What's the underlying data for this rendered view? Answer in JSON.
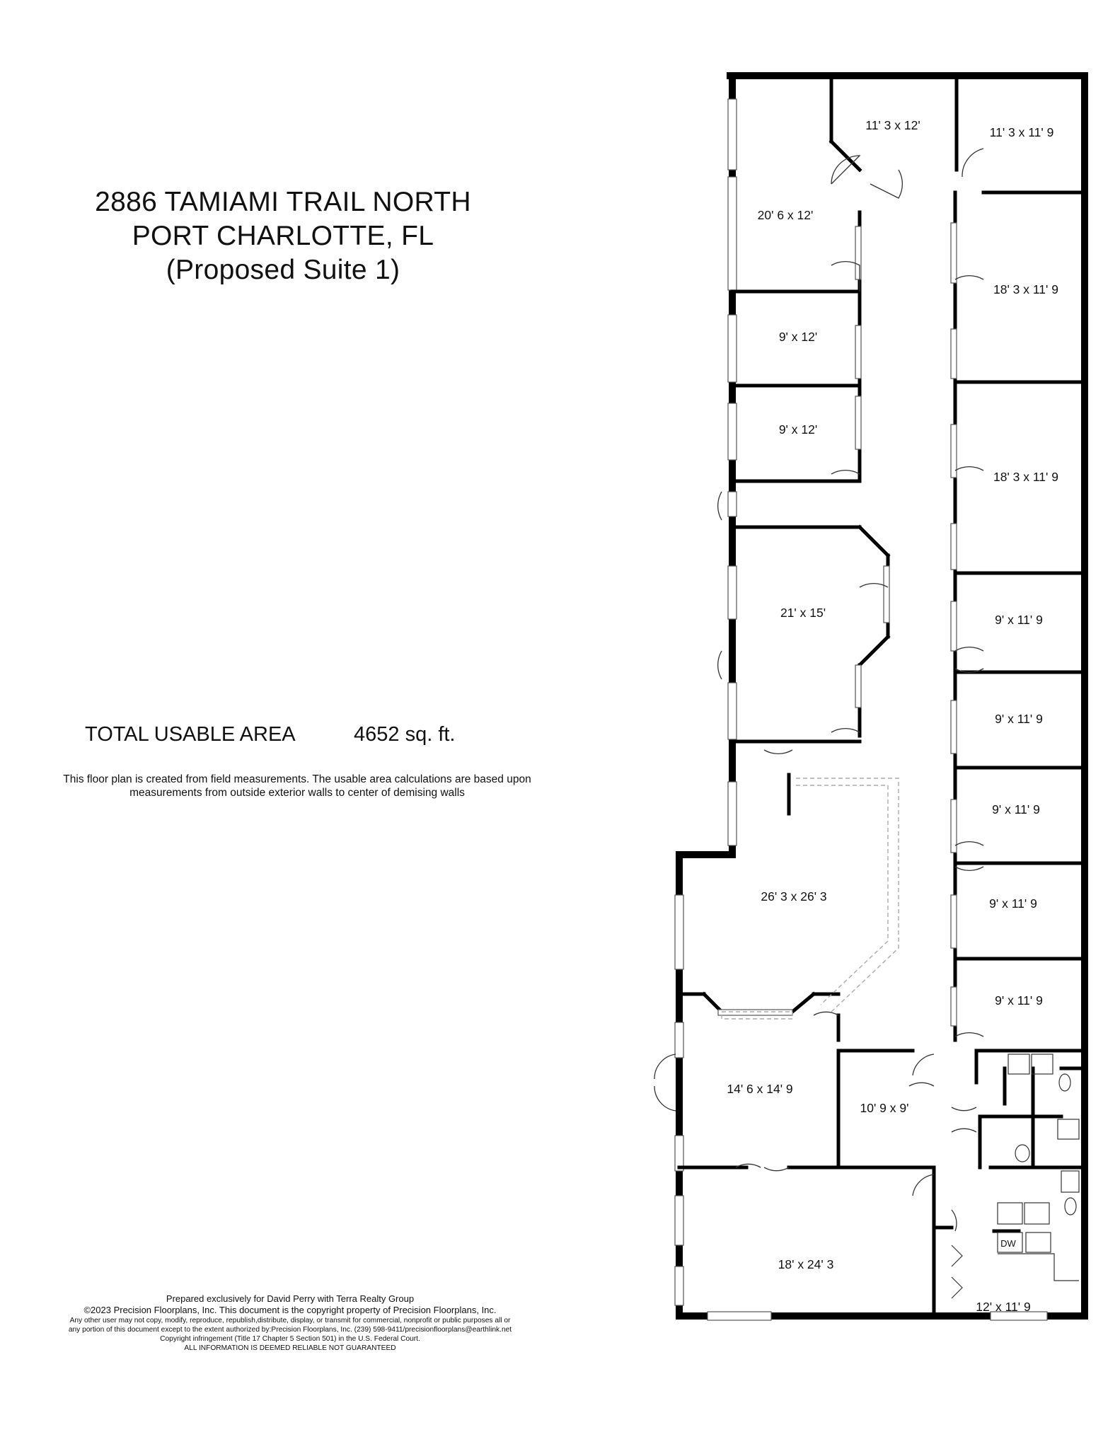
{
  "header": {
    "address_line1": "2886 TAMIAMI TRAIL NORTH",
    "address_line2": "PORT CHARLOTTE, FL",
    "suite": "(Proposed Suite 1)"
  },
  "area": {
    "label": "TOTAL USABLE  AREA",
    "value": "4652  sq. ft."
  },
  "note": {
    "line1": "This floor plan is created from field measurements. The usable area calculations are based upon",
    "line2": "measurements from outside exterior walls to center of demising walls"
  },
  "credits": {
    "prepared_for": "Prepared exclusively for David Perry with Terra Realty Group",
    "copyright": "©2023 Precision Floorplans, Inc.  This document is the copyright property of Precision Floorplans, Inc.",
    "legal1": "Any other user may not copy, modify, reproduce, republish,distribute, display, or transmit for commercial, nonprofit or public purposes all or",
    "legal2": "any portion of this document except to the extent authorized by:Precision Floorplans, Inc. (239) 598-9411/precisionfloorplans@earthlink.net",
    "legal3": "Copyright infringement (Title 17 Chapter 5 Section 501) in the U.S. Federal Court.",
    "legal4": "ALL INFORMATION IS DEEMED RELIABLE NOT GUARANTEED"
  },
  "rooms": {
    "r1": "11' 3 x 12'",
    "r2": "11' 3 x 11' 9",
    "r3": "20' 6 x 12'",
    "r4": "18' 3 x 11' 9",
    "r5": "9' x 12'",
    "r6": "9' x 12'",
    "r7": "18' 3 x 11' 9",
    "r8": "21' x 15'",
    "r9": "9' x 11' 9",
    "r10": "9' x 11' 9",
    "r11": "9' x 11' 9",
    "r12": "9' x 11' 9",
    "r13": "9' x 11' 9",
    "r14": "26' 3 x 26' 3",
    "r15": "14' 6 x 14' 9",
    "r16": "10' 9 x 9'",
    "r17": "18' x 24' 3",
    "r18": "12' x 11' 9"
  },
  "fixtures": {
    "dishwasher": "DW"
  }
}
